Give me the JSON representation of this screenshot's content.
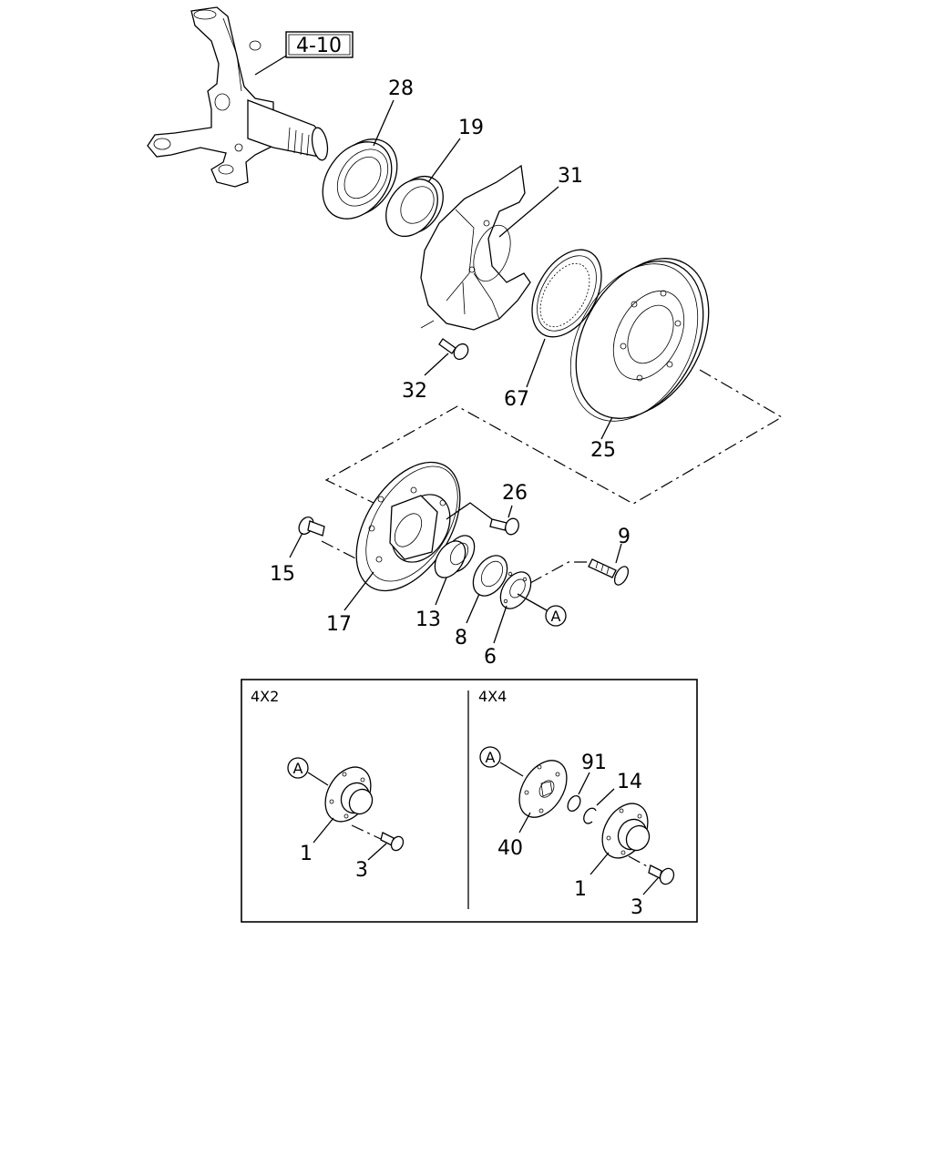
{
  "reference": "4-10",
  "callouts": {
    "p28": "28",
    "p19": "19",
    "p31": "31",
    "p32": "32",
    "p67": "67",
    "p25": "25",
    "p26": "26",
    "p9": "9",
    "p15": "15",
    "p17": "17",
    "p13": "13",
    "p8": "8",
    "p6": "6",
    "markA": "A"
  },
  "inset": {
    "left": {
      "title": "4X2",
      "markA": "A",
      "p1": "1",
      "p3": "3"
    },
    "right": {
      "title": "4X4",
      "markA": "A",
      "p91": "91",
      "p14": "14",
      "p40": "40",
      "p1": "1",
      "p3": "3"
    }
  }
}
